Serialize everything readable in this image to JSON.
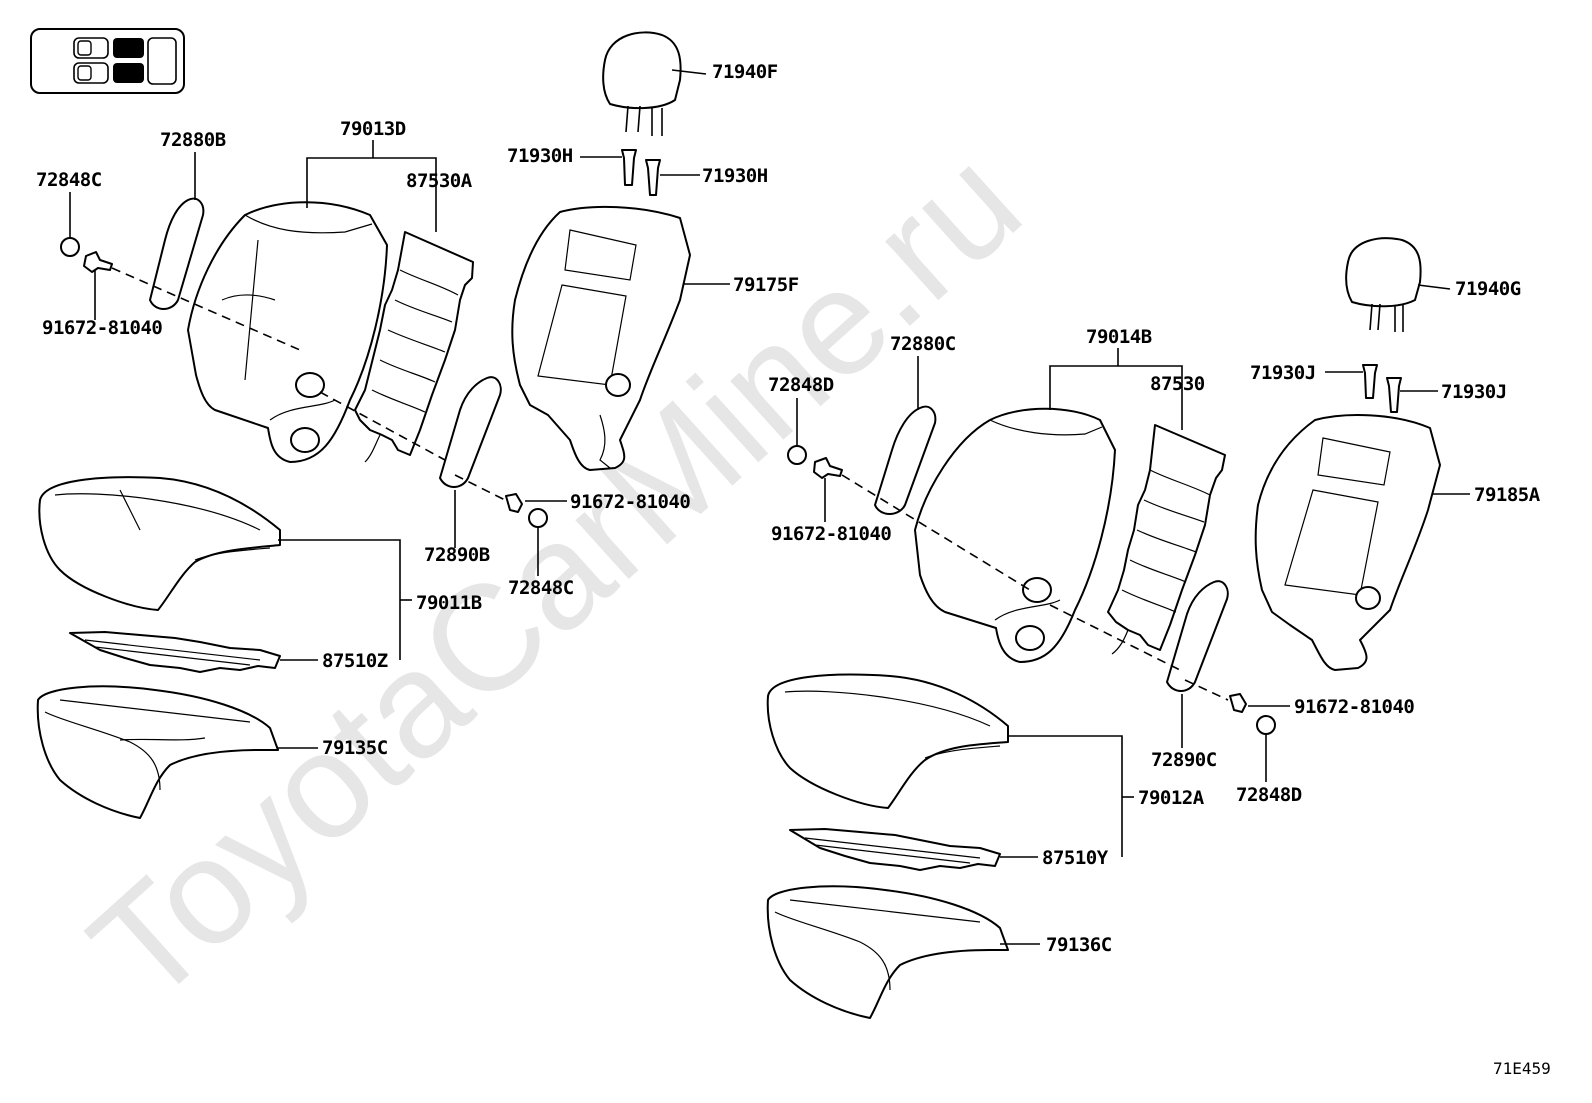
{
  "watermark": "ToyotaCarMine.ru",
  "diagram_code": "71E459",
  "labels": {
    "l_72880B": "72880B",
    "l_79013D": "79013D",
    "l_72848C_top": "72848C",
    "l_87530A": "87530A",
    "l_91672_left": "91672-81040",
    "l_71940F": "71940F",
    "l_71930H_a": "71930H",
    "l_71930H_b": "71930H",
    "l_79175F": "79175F",
    "l_91672_mid": "91672-81040",
    "l_72890B": "72890B",
    "l_72848C_mid": "72848C",
    "l_79011B": "79011B",
    "l_87510Z": "87510Z",
    "l_79135C": "79135C",
    "l_71940G": "71940G",
    "l_72880C": "72880C",
    "l_79014B": "79014B",
    "l_72848D_top": "72848D",
    "l_87530": "87530",
    "l_71930J_a": "71930J",
    "l_71930J_b": "71930J",
    "l_79185A": "79185A",
    "l_91672_right": "91672-81040",
    "l_91672_far": "91672-81040",
    "l_72890C": "72890C",
    "l_72848D_bot": "72848D",
    "l_79012A": "79012A",
    "l_87510Y": "87510Y",
    "l_79136C": "79136C"
  }
}
